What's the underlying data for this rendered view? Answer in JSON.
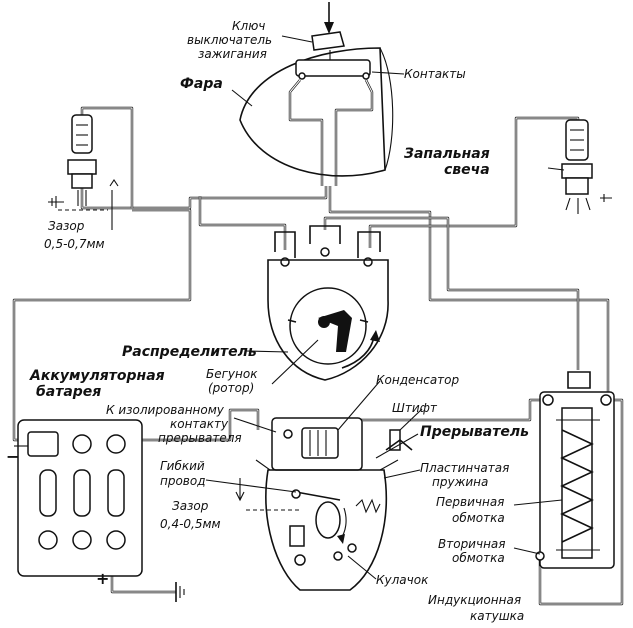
{
  "labels": {
    "key_line1": "Ключ",
    "key_line2": "выключатель",
    "key_line3": "зажигания",
    "headlight": "Фара",
    "contacts": "Контакты",
    "spark_plug_line1": "Запальная",
    "spark_plug_line2": "свеча",
    "gap_top_line1": "Зазор",
    "gap_top_line2": "0,5-0,7мм",
    "distributor": "Распределитель",
    "rotor_line1": "Бегунок",
    "rotor_line2": "(ротор)",
    "condenser": "Конденсатор",
    "to_insulated_line1": "К изолированному",
    "to_insulated_line2": "контакту",
    "to_insulated_line3": "прерывателя",
    "pin": "Штифт",
    "breaker": "Прерыватель",
    "battery_line1": "Аккумуляторная",
    "battery_line2": "батарея",
    "flex_wire_line1": "Гибкий",
    "flex_wire_line2": "провод",
    "leaf_spring_line1": "Пластинчатая",
    "leaf_spring_line2": "пружина",
    "gap_bottom_line1": "Зазор",
    "gap_bottom_line2": "0,4-0,5мм",
    "primary_line1": "Первичная",
    "primary_line2": "обмотка",
    "secondary_line1": "Вторичная",
    "secondary_line2": "обмотка",
    "cam": "Кулачок",
    "coil_line1": "Индукционная",
    "coil_line2": "катушка",
    "minus": "−",
    "plus": "+"
  }
}
